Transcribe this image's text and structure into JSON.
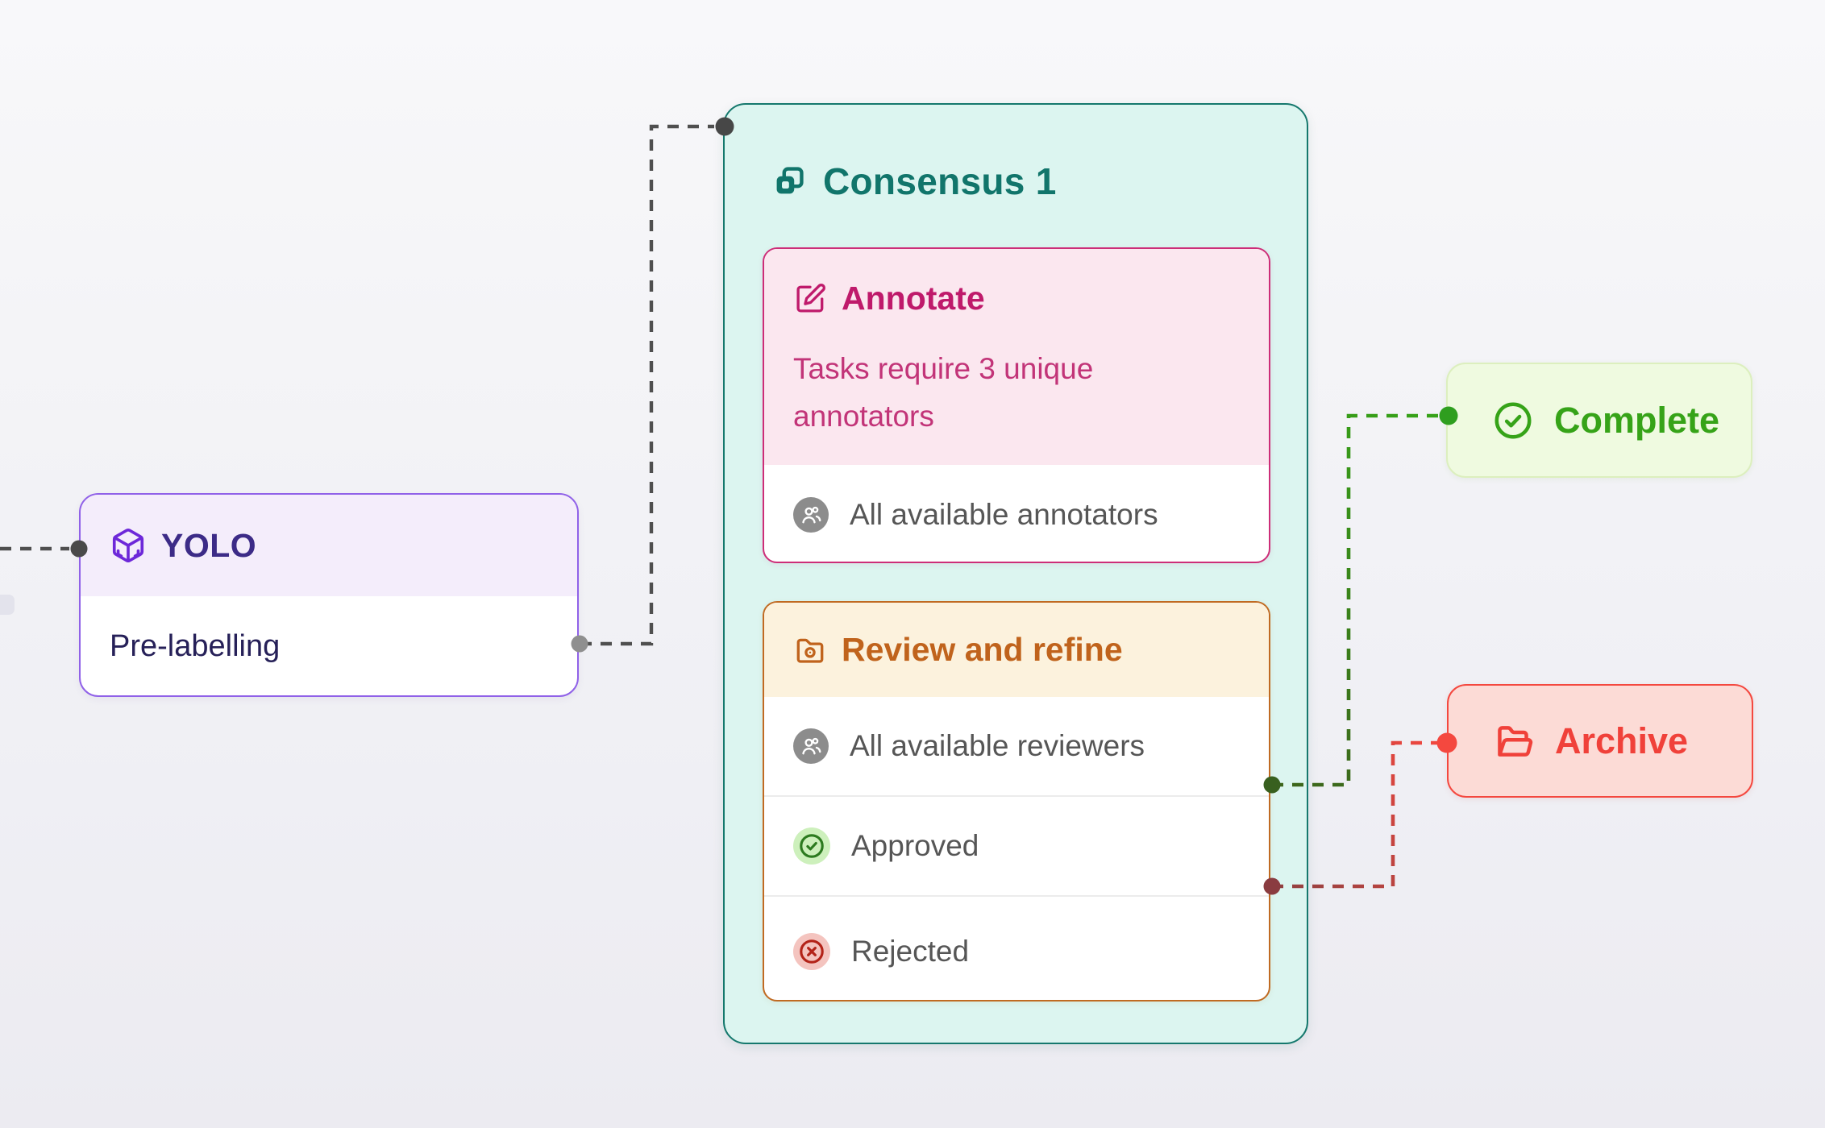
{
  "diagram": {
    "yolo": {
      "title": "YOLO",
      "body": "Pre-labelling"
    },
    "consensus": {
      "title": "Consensus 1"
    },
    "annotate": {
      "title": "Annotate",
      "description": "Tasks require 3 unique annotators",
      "assignees": "All available annotators"
    },
    "review": {
      "title": "Review and refine",
      "rows": [
        {
          "label": "All available reviewers",
          "icon": "users-icon"
        },
        {
          "label": "Approved",
          "icon": "check-circle-icon"
        },
        {
          "label": "Rejected",
          "icon": "x-circle-icon"
        }
      ]
    },
    "complete": {
      "title": "Complete"
    },
    "archive": {
      "title": "Archive"
    }
  },
  "colors": {
    "yolo_accent": "#9061e8",
    "yolo_text": "#3c2b87",
    "consensus_accent": "#15786d",
    "consensus_bg": "#dcf5f0",
    "annotate_accent": "#cd2d78",
    "annotate_header_bg": "#fbe7ef",
    "review_accent": "#c06a22",
    "review_header_bg": "#fcf2dd",
    "complete_green": "#36a318",
    "archive_red": "#f0413a",
    "approved_green": "#2c7a1f",
    "rejected_red": "#b32318",
    "edge_gray": "#4f4f4f",
    "edge_dark_green": "#3d651c",
    "edge_dark_red": "#8f4040"
  }
}
